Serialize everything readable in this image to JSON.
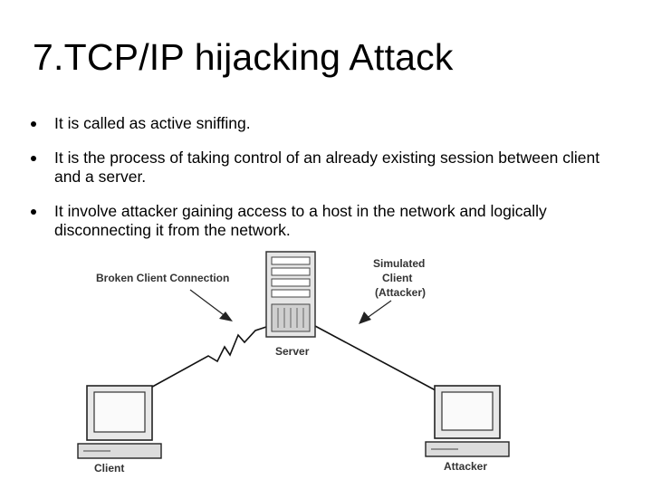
{
  "slide": {
    "title": "7.TCP/IP hijacking Attack",
    "bullets": [
      "It is called as active sniffing.",
      "It is the process of taking control of an already existing session between client and a server.",
      "It  involve attacker gaining access to a host in the network and logically disconnecting it from the network."
    ]
  },
  "diagram": {
    "broken_label": "Broken Client Connection",
    "simulated_label": [
      "Simulated",
      "Client",
      "(Attacker)"
    ],
    "server_label": "Server",
    "client_label": "Client",
    "attacker_label": "Attacker"
  }
}
